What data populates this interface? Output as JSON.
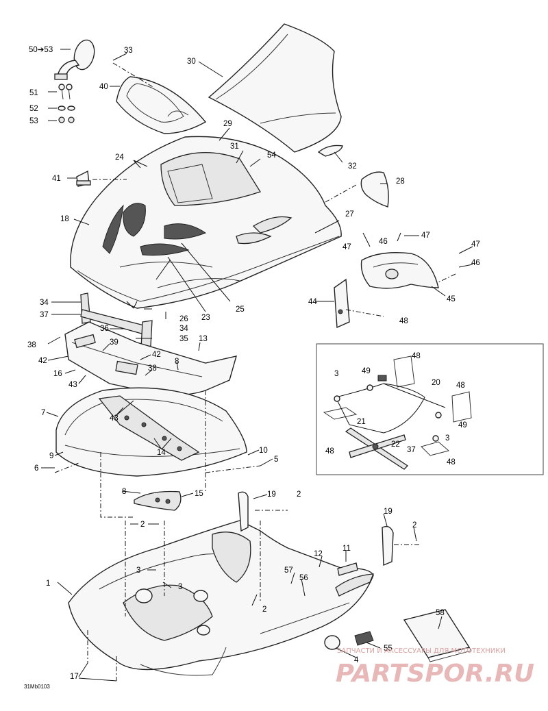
{
  "diagram": {
    "code": "31Mb0103",
    "watermark": {
      "caption": "ЗАПЧАСТИ И АКСЕССУАРЫ ДЛЯ МОТОТЕХНИКИ",
      "logo_text": "PARTSPOR.RU"
    },
    "callouts": [
      {
        "id": "c50",
        "text": "50➔53"
      },
      {
        "id": "c33",
        "text": "33"
      },
      {
        "id": "c30",
        "text": "30"
      },
      {
        "id": "c40",
        "text": "40"
      },
      {
        "id": "c51",
        "text": "51"
      },
      {
        "id": "c52",
        "text": "52"
      },
      {
        "id": "c53",
        "text": "53"
      },
      {
        "id": "c29",
        "text": "29"
      },
      {
        "id": "c31",
        "text": "31"
      },
      {
        "id": "c54",
        "text": "54"
      },
      {
        "id": "c32",
        "text": "32"
      },
      {
        "id": "c24",
        "text": "24"
      },
      {
        "id": "c41",
        "text": "41"
      },
      {
        "id": "c28",
        "text": "28"
      },
      {
        "id": "c18",
        "text": "18"
      },
      {
        "id": "c27",
        "text": "27"
      },
      {
        "id": "c47a",
        "text": "47"
      },
      {
        "id": "c46a",
        "text": "46"
      },
      {
        "id": "c47b",
        "text": "47"
      },
      {
        "id": "c47c",
        "text": "47"
      },
      {
        "id": "c46b",
        "text": "46"
      },
      {
        "id": "c45",
        "text": "45"
      },
      {
        "id": "c44",
        "text": "44"
      },
      {
        "id": "c48a",
        "text": "48"
      },
      {
        "id": "c34a",
        "text": "34"
      },
      {
        "id": "c37a",
        "text": "37"
      },
      {
        "id": "c26",
        "text": "26"
      },
      {
        "id": "c23",
        "text": "23"
      },
      {
        "id": "c25",
        "text": "25"
      },
      {
        "id": "c36",
        "text": "36"
      },
      {
        "id": "c34b",
        "text": "34"
      },
      {
        "id": "c35",
        "text": "35"
      },
      {
        "id": "c38a",
        "text": "38"
      },
      {
        "id": "c39",
        "text": "39"
      },
      {
        "id": "c13",
        "text": "13"
      },
      {
        "id": "c42a",
        "text": "42"
      },
      {
        "id": "c42b",
        "text": "42"
      },
      {
        "id": "c38b",
        "text": "38"
      },
      {
        "id": "c16",
        "text": "16"
      },
      {
        "id": "c8a",
        "text": "8"
      },
      {
        "id": "c43a",
        "text": "43"
      },
      {
        "id": "c43b",
        "text": "43"
      },
      {
        "id": "c7",
        "text": "7"
      },
      {
        "id": "c14",
        "text": "14"
      },
      {
        "id": "c9",
        "text": "9"
      },
      {
        "id": "c6",
        "text": "6"
      },
      {
        "id": "c10",
        "text": "10"
      },
      {
        "id": "c5",
        "text": "5"
      },
      {
        "id": "c8b",
        "text": "8"
      },
      {
        "id": "c15",
        "text": "15"
      },
      {
        "id": "c19a",
        "text": "19"
      },
      {
        "id": "c2a",
        "text": "2"
      },
      {
        "id": "c2b",
        "text": "2"
      },
      {
        "id": "c19b",
        "text": "19"
      },
      {
        "id": "c2c",
        "text": "2"
      },
      {
        "id": "c12",
        "text": "12"
      },
      {
        "id": "c11",
        "text": "11"
      },
      {
        "id": "c3a",
        "text": "3"
      },
      {
        "id": "c3b",
        "text": "3"
      },
      {
        "id": "c1",
        "text": "1"
      },
      {
        "id": "c57",
        "text": "57"
      },
      {
        "id": "c56",
        "text": "56"
      },
      {
        "id": "c2d",
        "text": "2"
      },
      {
        "id": "c58",
        "text": "58"
      },
      {
        "id": "c55",
        "text": "55"
      },
      {
        "id": "c4",
        "text": "4"
      },
      {
        "id": "c17",
        "text": "17"
      },
      {
        "id": "c48b",
        "text": "48"
      },
      {
        "id": "c3c",
        "text": "3"
      },
      {
        "id": "c49a",
        "text": "49"
      },
      {
        "id": "c20",
        "text": "20"
      },
      {
        "id": "c48c",
        "text": "48"
      },
      {
        "id": "c21",
        "text": "21"
      },
      {
        "id": "c49b",
        "text": "49"
      },
      {
        "id": "c22",
        "text": "22"
      },
      {
        "id": "c3d",
        "text": "3"
      },
      {
        "id": "c48d",
        "text": "48"
      },
      {
        "id": "c37b",
        "text": "37"
      },
      {
        "id": "c48e",
        "text": "48"
      }
    ]
  }
}
